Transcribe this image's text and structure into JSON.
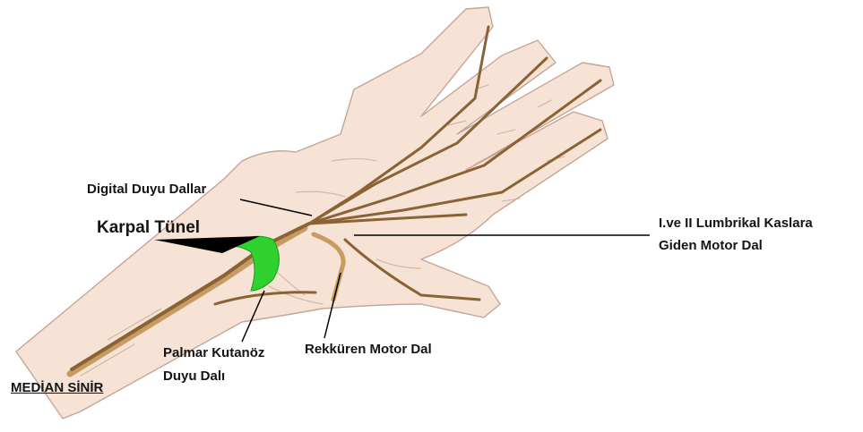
{
  "labels": {
    "digital": "Digital Duyu Dallar",
    "karpal": "Karpal Tünel",
    "lumbrikal_1": "I.ve II Lumbrikal Kaslara",
    "lumbrikal_2": "Giden Motor Dal",
    "palmar_1": "Palmar Kutanöz",
    "palmar_2": "Duyu Dalı",
    "rekkuren": "Rekküren Motor Dal",
    "median": "MEDİAN SİNİR"
  },
  "colors": {
    "skin": "#f6e3d5",
    "skin_outline": "#c4a696",
    "skin_crease": "#cfb3a3",
    "nerve": "#8a6234",
    "nerve_light": "#c69c63",
    "tunnel": "#2fd12f",
    "pointer": "#000000"
  }
}
